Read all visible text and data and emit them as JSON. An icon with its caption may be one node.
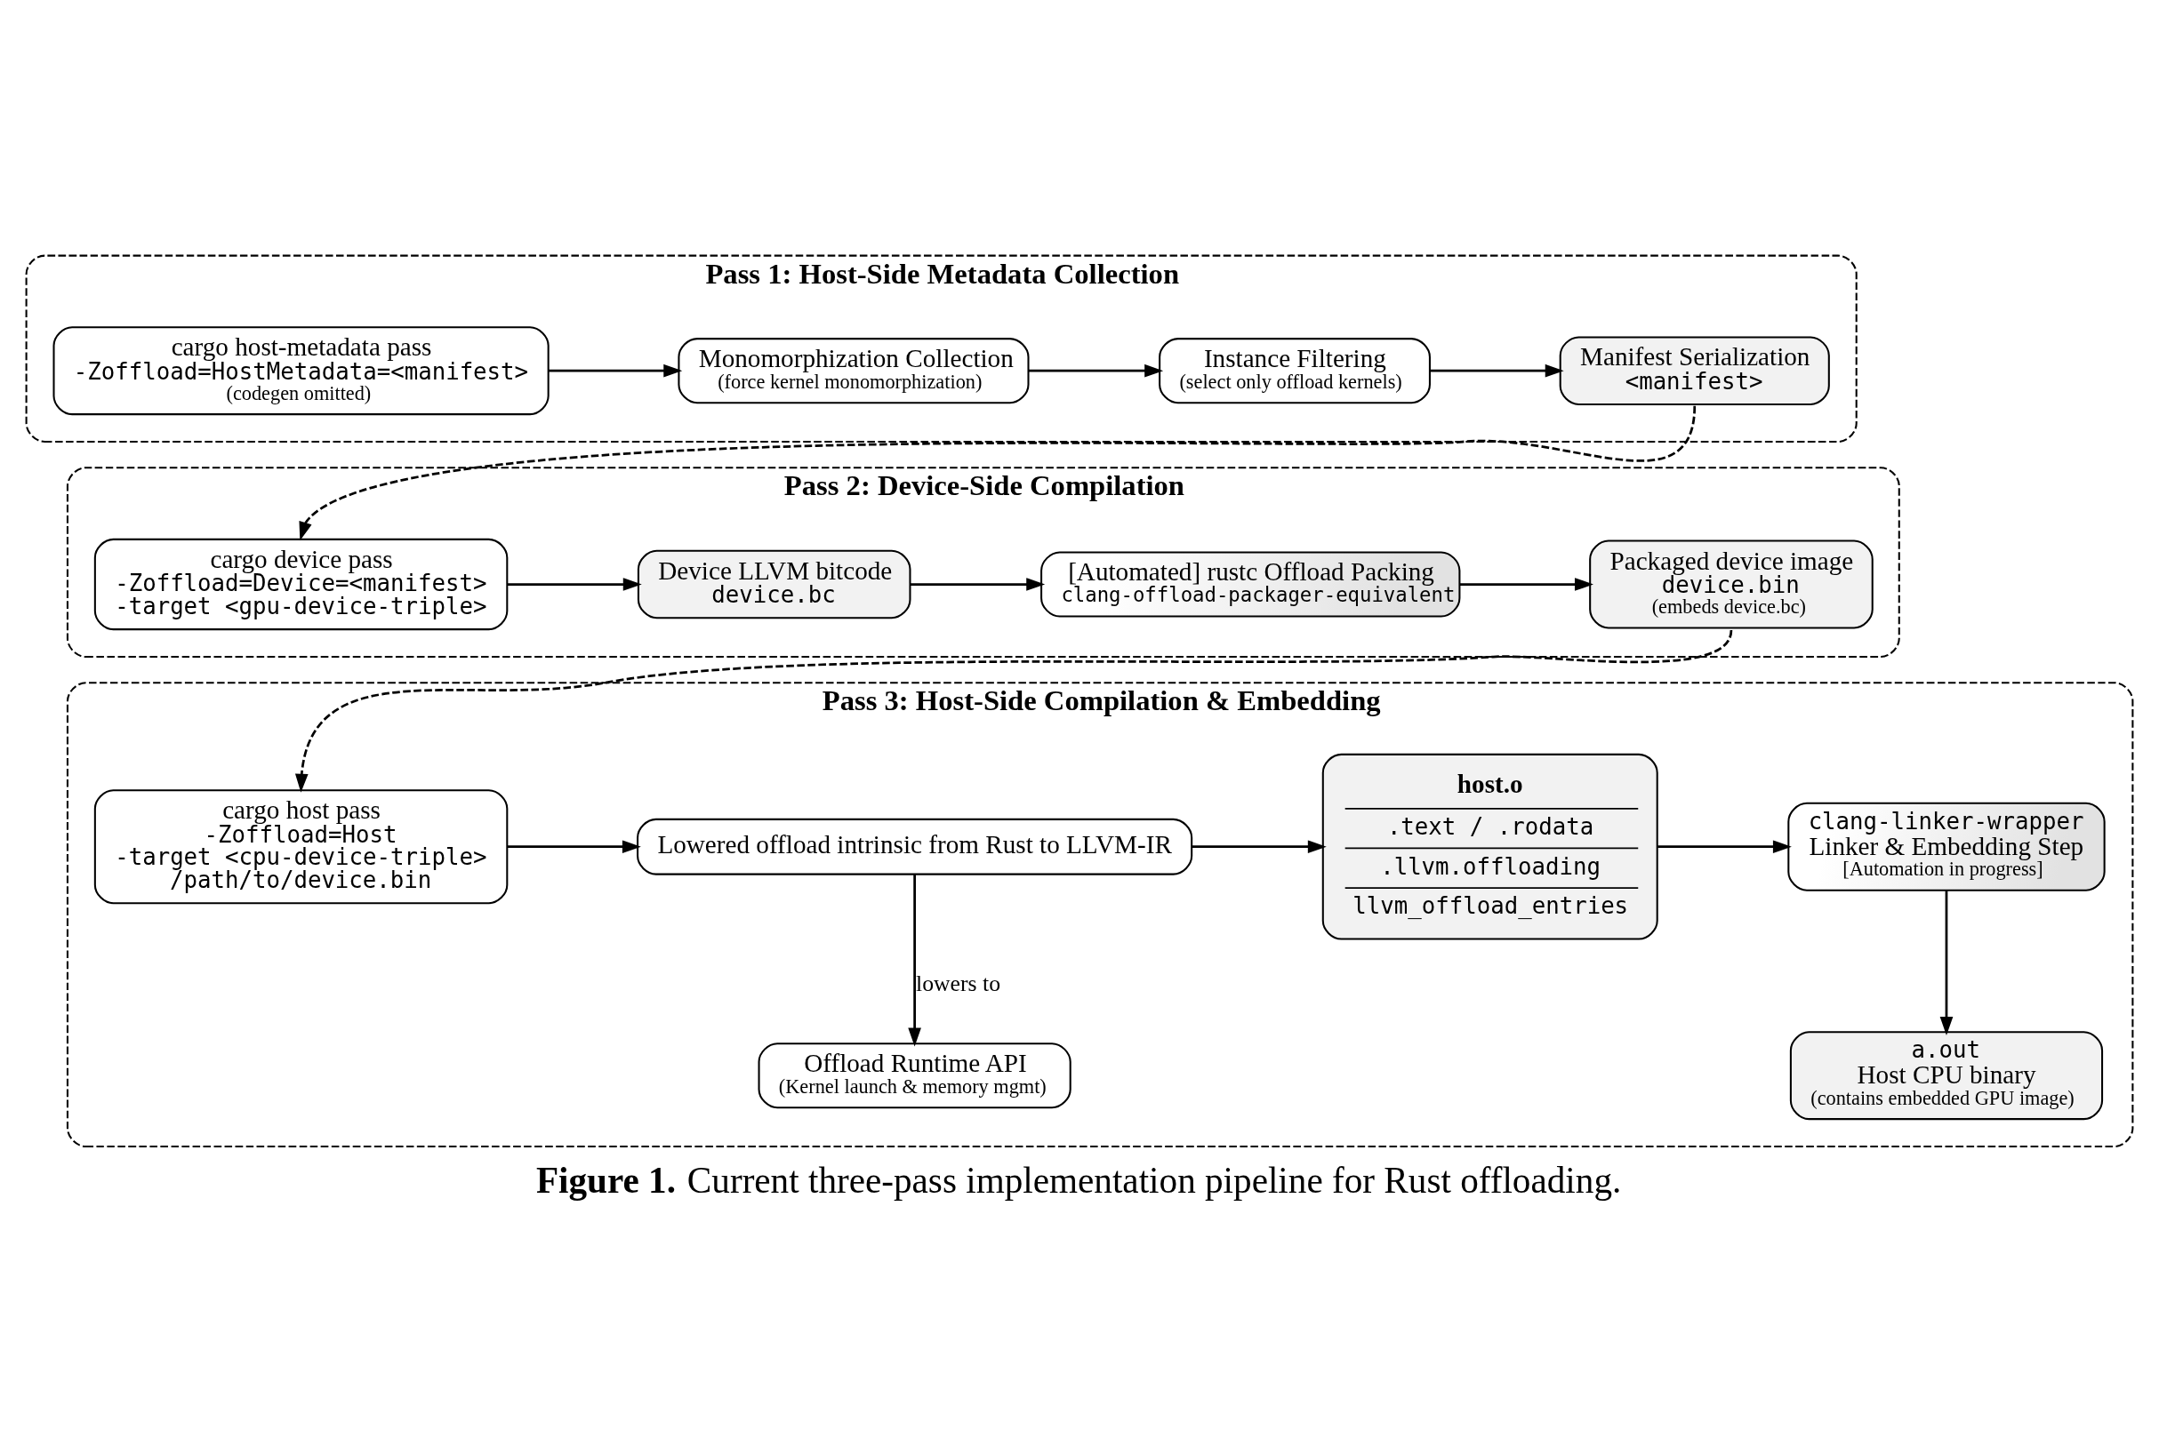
{
  "diagram": {
    "caption": "**Figure 1.** Current three-pass implementation pipeline for Rust offloading.",
    "nodes": [
      {
        "text": [
          "Pass 1: Host-Side Metadata Collection"
        ]
      },
      {
        "text": [
          "cargo host-metadata pass",
          "-Zoffload=HostMetadata=<manifest>",
          "(codegen omitted)"
        ],
        "in": 0
      },
      {
        "text": [
          "Monomorphization Collection",
          "(force kernel monomorphization)"
        ],
        "in": 0
      },
      {
        "text": [
          "Instance Filtering",
          "(select only offload kernels)"
        ],
        "in": 0
      },
      {
        "text": [
          "Manifest Serialization",
          "<manifest>"
        ],
        "in": 0
      },
      {
        "text": [
          "Pass 2: Device-Side Compilation"
        ]
      },
      {
        "text": [
          "cargo device pass",
          "-Zoffload=Device=<manifest>",
          "-target <gpu-device-triple>"
        ],
        "in": 5
      },
      {
        "text": [
          "Device LLVM bitcode",
          "device.bc"
        ],
        "in": 5
      },
      {
        "text": [
          "[Automated] rustc Offload Packing",
          "clang-offload-packager-equivalent"
        ],
        "in": 5
      },
      {
        "text": [
          "Packaged device image",
          "device.bin",
          "(embeds device.bc)"
        ],
        "in": 5
      },
      {
        "text": [
          "Pass 3: Host-Side Compilation & Embedding"
        ]
      },
      {
        "text": [
          "cargo host pass",
          "-Zoffload=Host",
          "-target <cpu-device-triple>",
          "/path/to/device.bin"
        ],
        "in": 10
      },
      {
        "text": [
          "Lowered offload intrinsic from Rust to LLVM-IR"
        ],
        "in": 10
      },
      {
        "text": [
          "Offload Runtime API",
          "(Kernel launch & memory mgmt)"
        ],
        "in": 10
      },
      {
        "text": [
          "host.o",
          ".text / .rodata",
          ".llvm.offloading",
          "llvm_offload_entries"
        ],
        "in": 10
      },
      {
        "text": [
          "clang-linker-wrapper",
          "Linker & Embedding Step",
          "[Automation in progress]"
        ],
        "in": 10
      },
      {
        "text": [
          "a.out",
          "Host CPU binary",
          "(contains embedded GPU image)"
        ],
        "in": 10
      }
    ],
    "edges": [
      {
        "from": 1,
        "to": 2,
        "arrow": "to"
      },
      {
        "from": 2,
        "to": 3,
        "arrow": "to"
      },
      {
        "from": 3,
        "to": 4,
        "arrow": "to"
      },
      {
        "from": 4,
        "to": 6,
        "arrow": "to",
        "style": "dashed"
      },
      {
        "from": 6,
        "to": 7,
        "arrow": "to"
      },
      {
        "from": 7,
        "to": 8,
        "arrow": "to"
      },
      {
        "from": 8,
        "to": 9,
        "arrow": "to"
      },
      {
        "from": 9,
        "to": 11,
        "arrow": "to",
        "style": "dashed"
      },
      {
        "from": 11,
        "to": 12,
        "arrow": "to"
      },
      {
        "from": 12,
        "to": 13,
        "arrow": "to",
        "label": "lowers to"
      },
      {
        "from": 12,
        "to": 14,
        "arrow": "to"
      },
      {
        "from": 14,
        "to": 15,
        "arrow": "to"
      },
      {
        "from": 15,
        "to": 16,
        "arrow": "to"
      }
    ]
  }
}
